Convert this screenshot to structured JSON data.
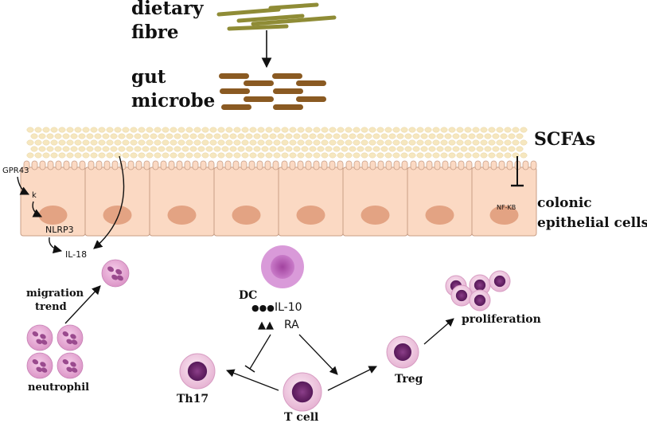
{
  "labels": {
    "dietary_fibre_line1": "dietary",
    "dietary_fibre_line2": "fibre",
    "gut_microbe_line1": "gut",
    "gut_microbe_line2": "microbe",
    "scfas": "SCFAs",
    "colonic_line1": "colonic",
    "colonic_line2": "epithelial cells",
    "gpr43": "GPR43",
    "k": "k",
    "nlrp3": "NLRP3",
    "il18": "IL-18",
    "nfkb": "NF-KB",
    "migration_line1": "migration",
    "migration_line2": "trend",
    "neutrophil": "neutrophil",
    "dc": "DC",
    "il10_marks": "●●●",
    "il10": "IL-10",
    "ra_marks": "▲▲",
    "ra": "RA",
    "th17": "Th17",
    "t_cell": "T cell",
    "treg": "Treg",
    "proliferation": "proliferation"
  },
  "colors": {
    "fibre": "#8f8c36",
    "microbe": "#8a5a22",
    "scfa_dot": "#f6e7bf",
    "epithelial_fill": "#fbd9c3",
    "epithelial_stroke": "#c89e86",
    "nucleus": "#e3a383",
    "neutrophil": "#e6a7d4",
    "dc": "#c06cc0",
    "t_cell_outer": "#eec6df",
    "t_cell_inner": "#7a2f7b"
  }
}
